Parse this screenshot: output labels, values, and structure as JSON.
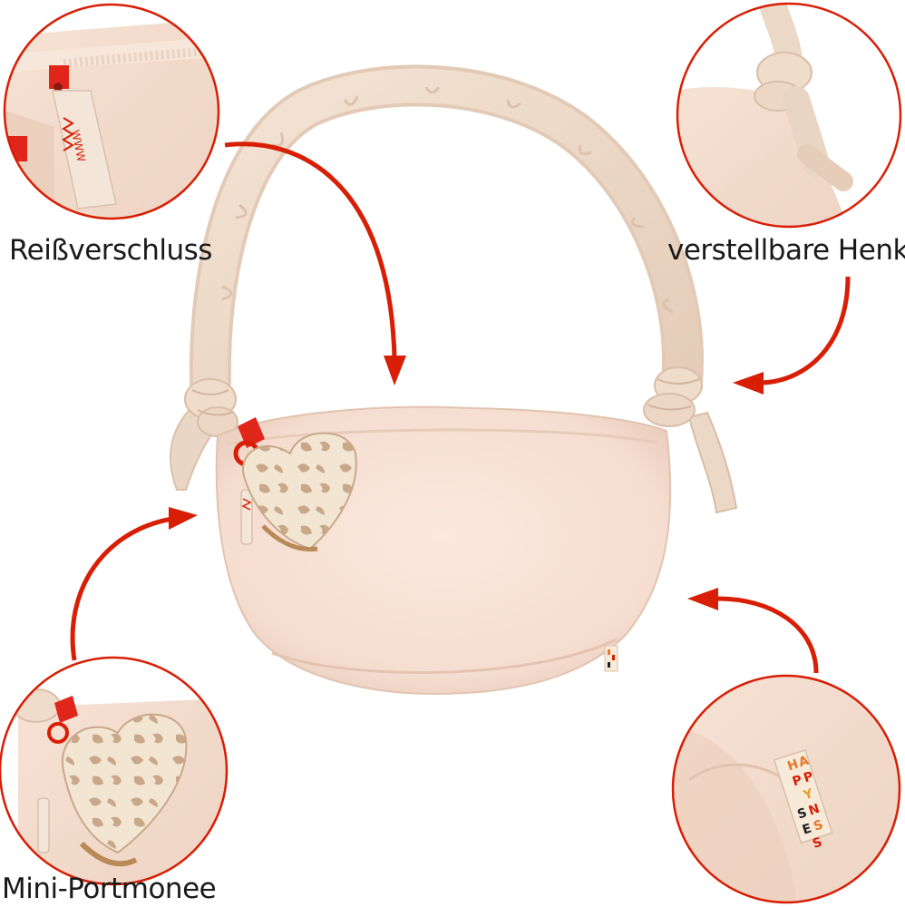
{
  "labels": {
    "zipper": "Reißverschluss",
    "handle": "verstellbare Henkel",
    "purse": "Mini-Portmonee"
  },
  "brand_tag": {
    "letters": [
      "H",
      "A",
      "P",
      "P",
      "Y",
      "S",
      "N",
      "E",
      "S",
      "S"
    ]
  },
  "zipper_pull": {
    "text": "WWW"
  },
  "colors": {
    "accent": "#d81e05",
    "bag": "#f5ddd0",
    "bag_shadow": "#e3c4b2",
    "strap": "#efdccb",
    "leopard_base": "#f2e6d3",
    "leopard_spot": "#c9a88a",
    "red_tab": "#e0251b",
    "ring": "#d81e05"
  }
}
